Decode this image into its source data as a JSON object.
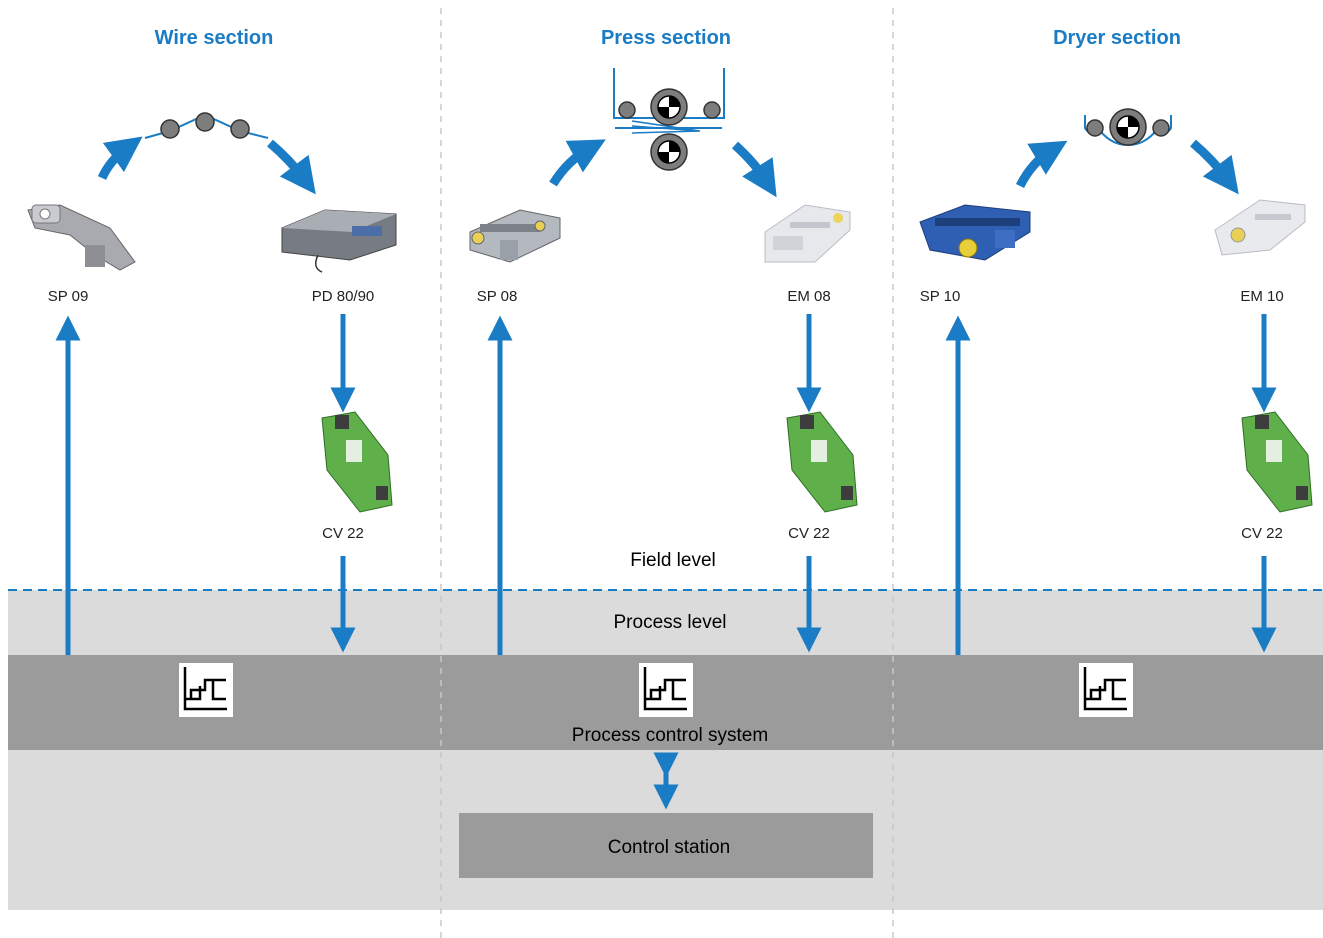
{
  "sections": [
    {
      "title": "Wire section",
      "input_label": "SP 09",
      "output_label": "PD 80/90",
      "converter_label": "CV 22"
    },
    {
      "title": "Press section",
      "input_label": "SP 08",
      "output_label": "EM 08",
      "converter_label": "CV 22"
    },
    {
      "title": "Dryer section",
      "input_label": "SP 10",
      "output_label": "EM 10",
      "converter_label": "CV 22"
    }
  ],
  "levels": {
    "field": "Field level",
    "process": "Process level",
    "control_system": "Process control system",
    "control_station": "Control station"
  },
  "colors": {
    "accent": "#1a7cc4",
    "light_band": "#dcdbdc",
    "dark_band": "#9c9b9b",
    "station_box": "#9c9b9b",
    "converter_green": "#5fb04a"
  }
}
